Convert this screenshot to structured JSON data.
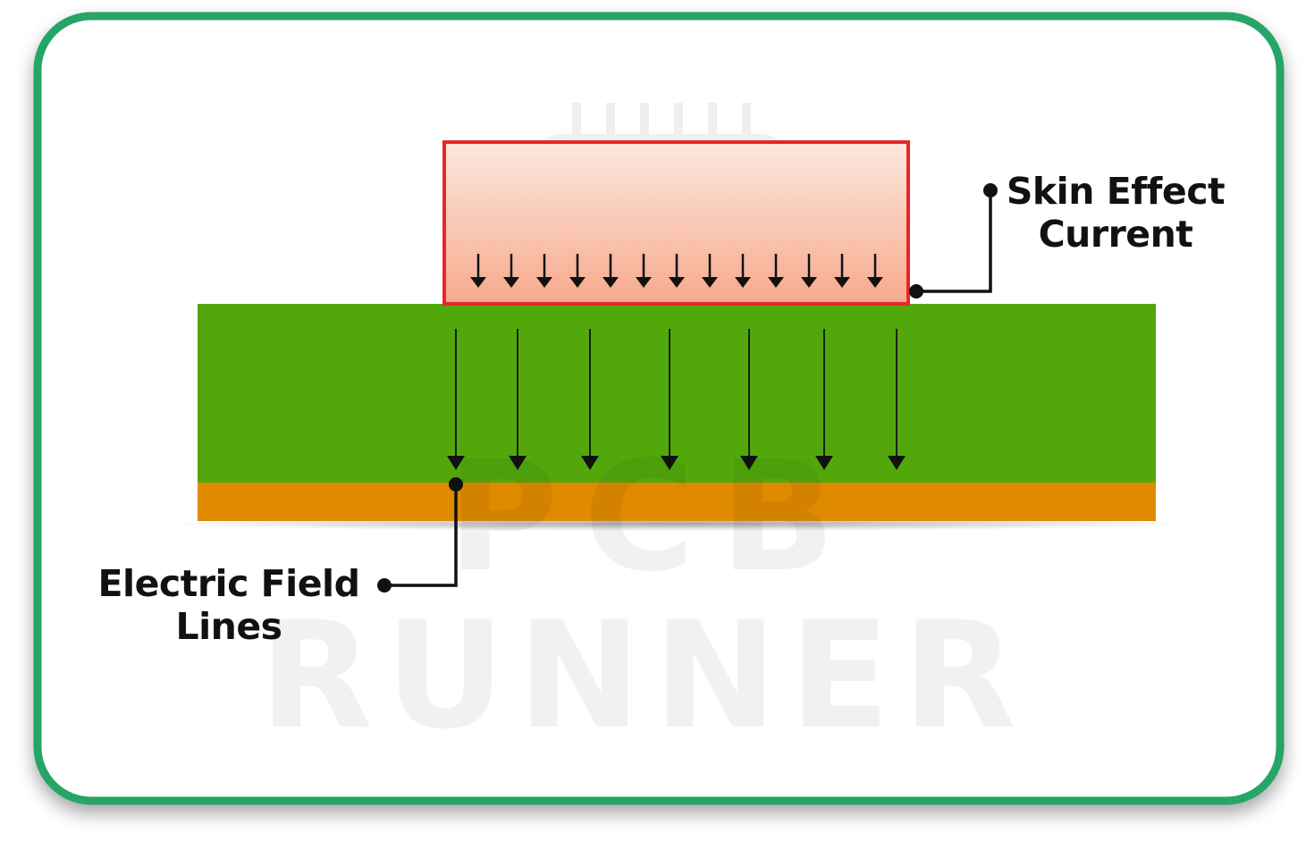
{
  "labels": {
    "skin_effect": {
      "line1": "Skin Effect",
      "line2": "Current"
    },
    "electric_field": {
      "line1": "Electric Field",
      "line2": "Lines"
    }
  },
  "watermark": {
    "line1": "PCB",
    "line2": "RUNNER"
  },
  "colors": {
    "frame_border": "#25a566",
    "trace_outline": "#e8262b",
    "trace_fill_top": "#fde9df",
    "trace_fill_bottom": "#f6a98c",
    "dielectric": "#52a80b",
    "ground_plane": "#e08a00",
    "arrows": "#111111"
  }
}
